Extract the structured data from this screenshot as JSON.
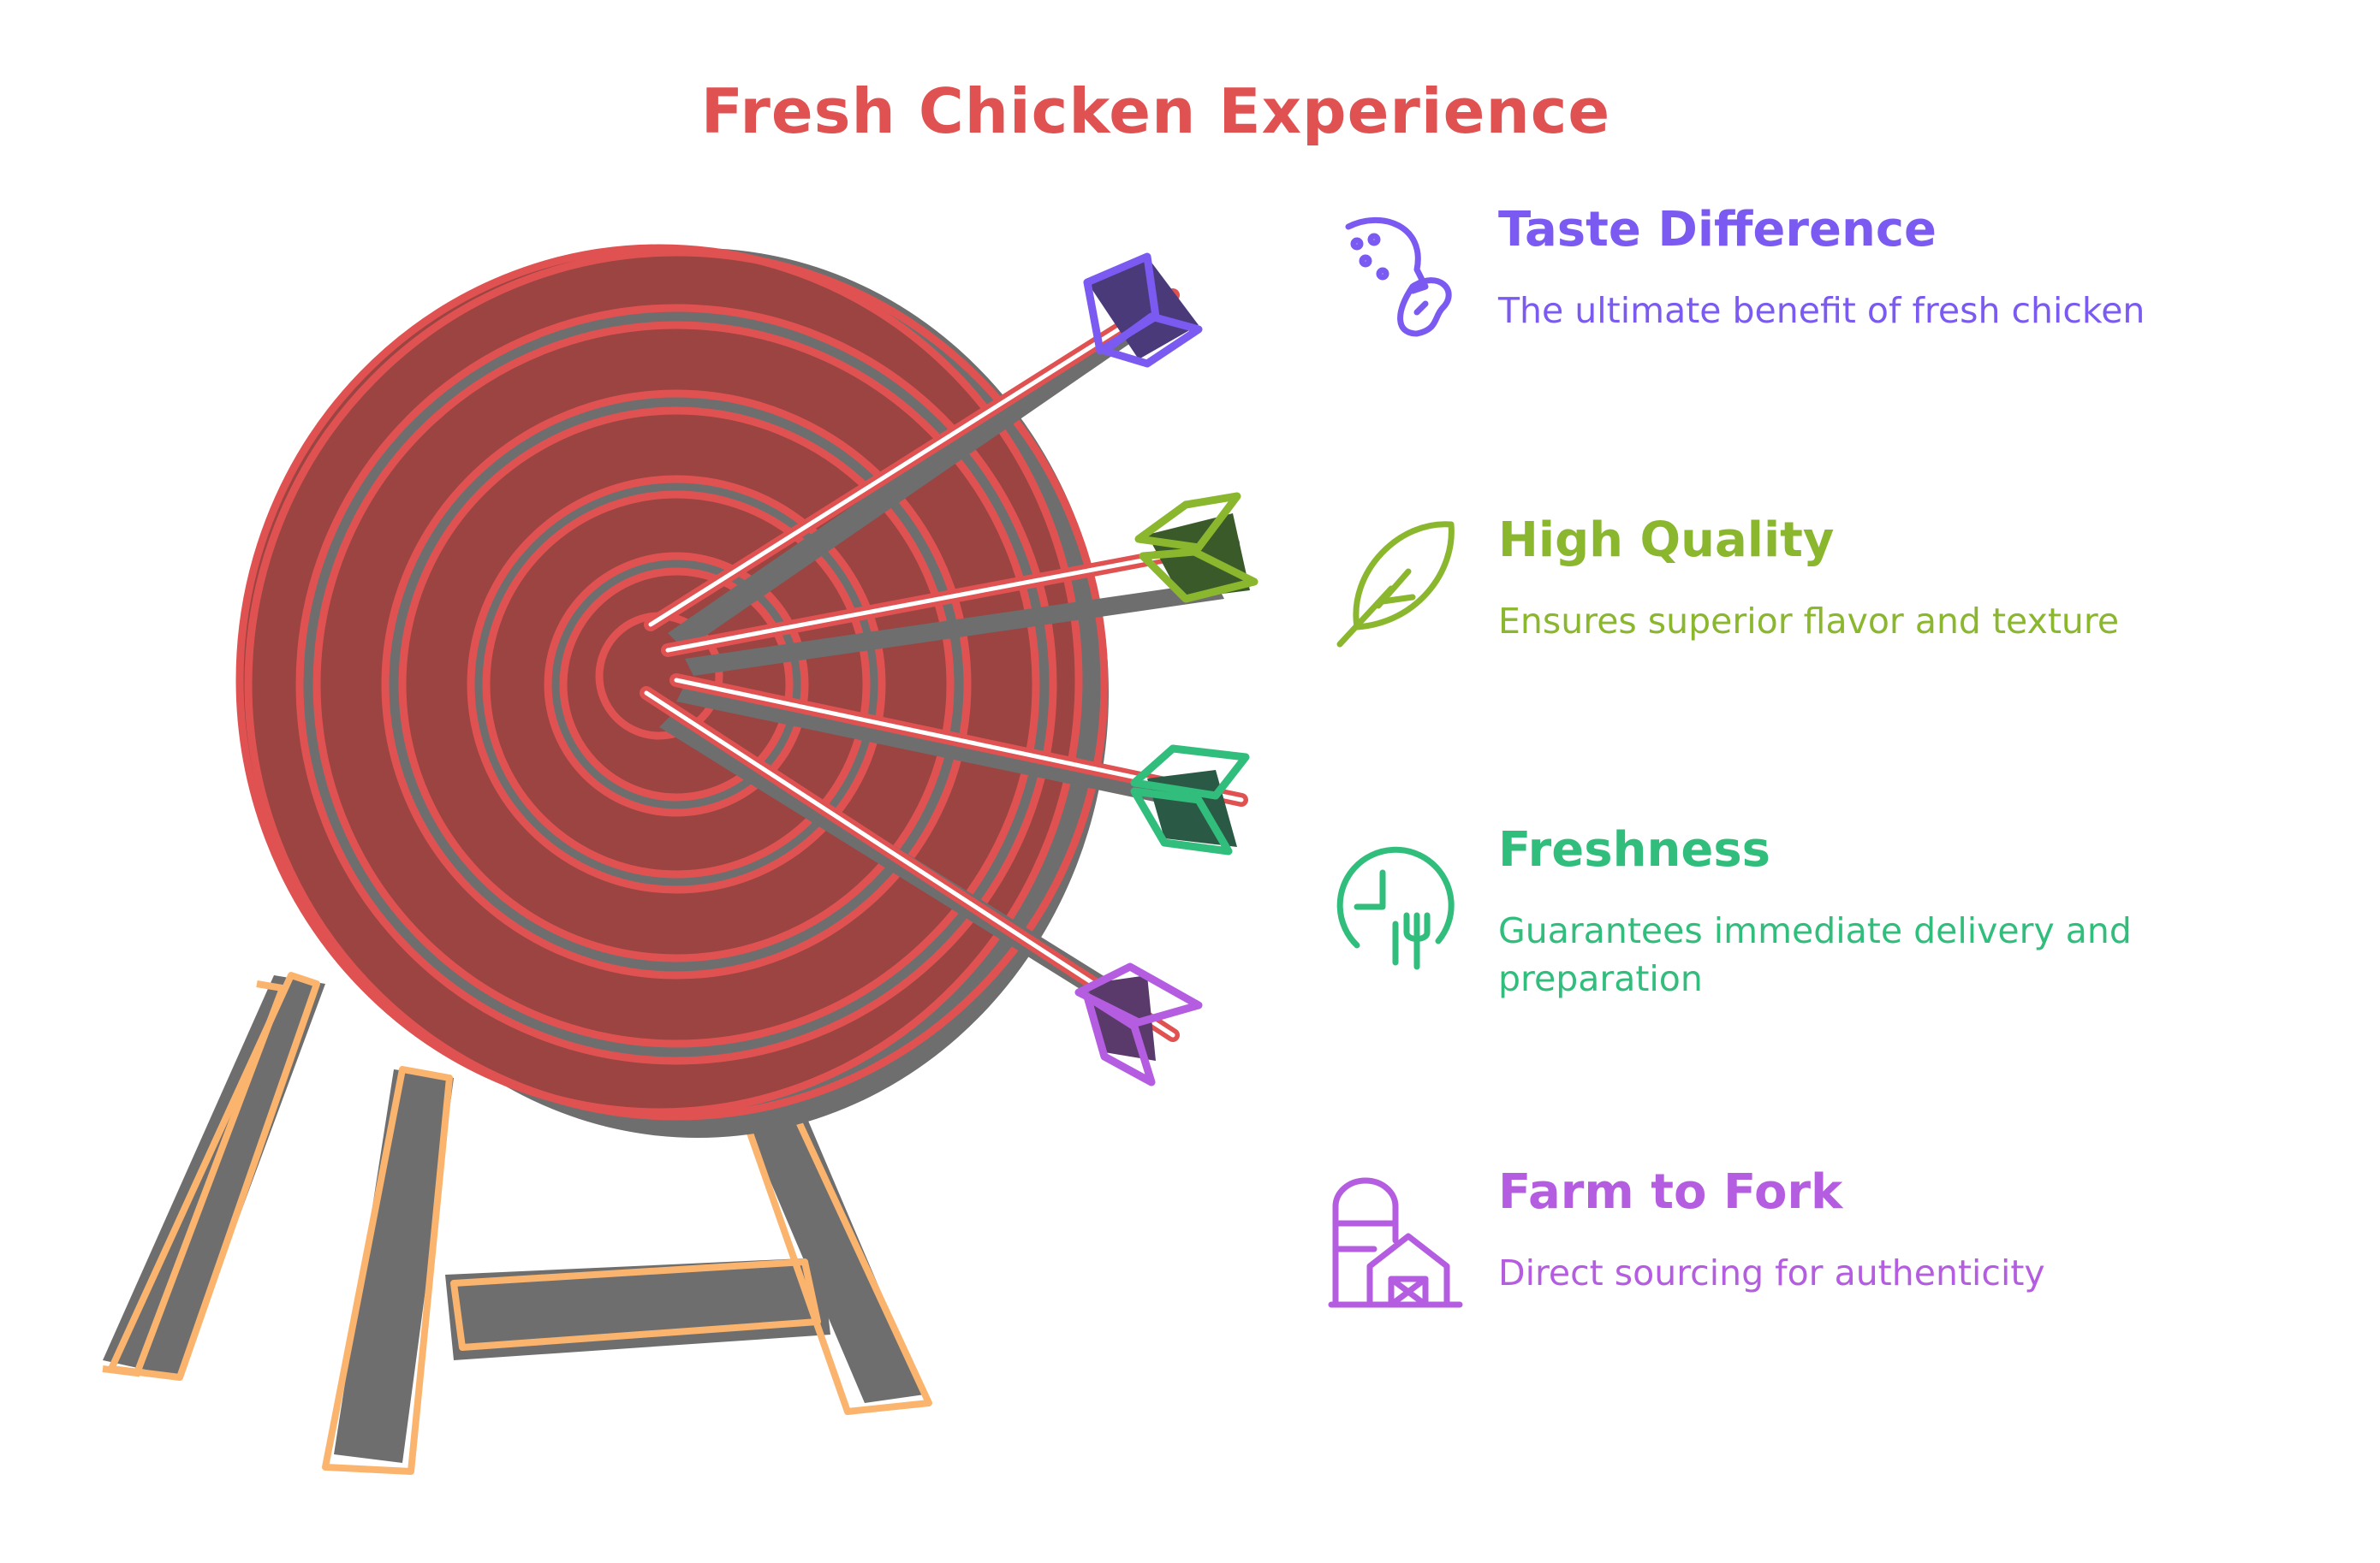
{
  "title": "Fresh Chicken Experience",
  "colors": {
    "title": "#e05252",
    "target_red": "#e05252",
    "target_fill": "#9b4441",
    "shadow": "#6e6e6e",
    "stand": "#fbb46e"
  },
  "items": [
    {
      "title": "Taste Difference",
      "description": "The ultimate benefit of fresh chicken",
      "color": "#7a5af0",
      "icon": "head-peanut-icon"
    },
    {
      "title": "High Quality",
      "description": "Ensures superior flavor and texture",
      "color": "#8ab72e",
      "icon": "feather-icon"
    },
    {
      "title": "Freshness",
      "description": "Guarantees immediate delivery and preparation",
      "color": "#31be7c",
      "icon": "clock-fork-icon"
    },
    {
      "title": "Farm to Fork",
      "description": "Direct sourcing for authenticity",
      "color": "#b45de0",
      "icon": "barn-silo-icon"
    }
  ]
}
